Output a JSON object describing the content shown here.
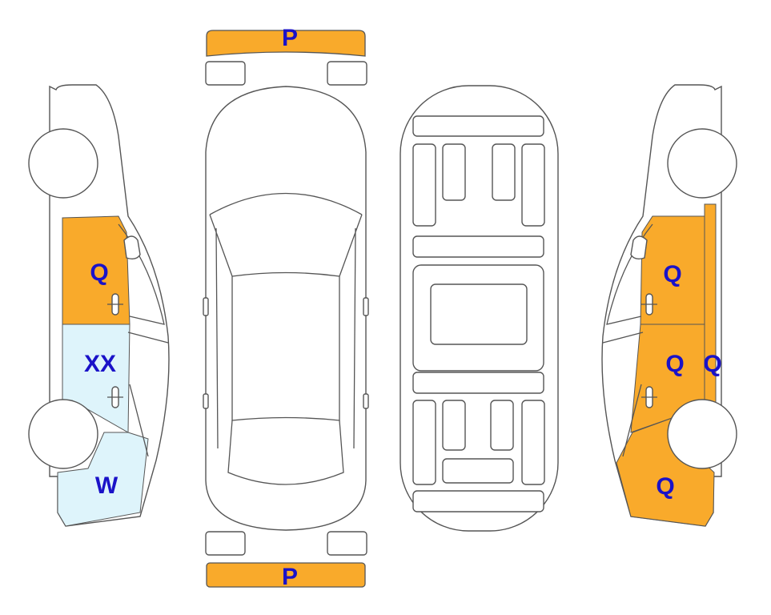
{
  "colors": {
    "orange": "#F9AA2B",
    "light_blue": "#DEF4FB",
    "outline": "#555555",
    "label": "#1A12C8"
  },
  "labels": {
    "front_bumper": "P",
    "rear_bumper": "P",
    "left_front_door": "Q",
    "left_rear_door": "XX",
    "left_rear_quarter": "W",
    "right_front_door": "Q",
    "right_rear_door": "Q",
    "right_pillar": "Q",
    "right_rear_quarter": "Q"
  }
}
